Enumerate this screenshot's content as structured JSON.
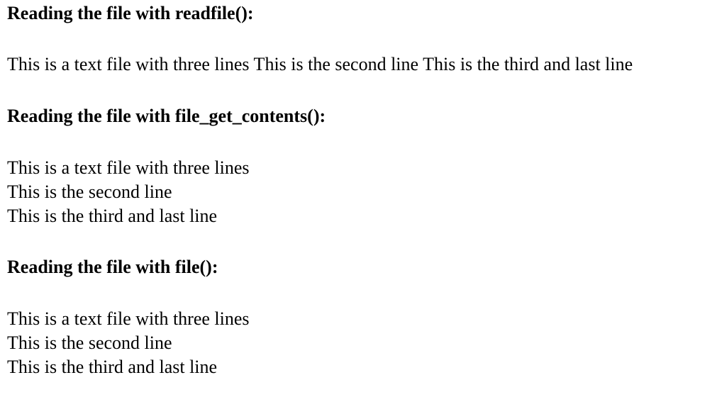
{
  "sections": [
    {
      "heading": "Reading the file with readfile():",
      "content_inline": "This is a text file with three lines This is the second line This is the third and last line"
    },
    {
      "heading": "Reading the file with file_get_contents():",
      "lines": [
        "This is a text file with three lines",
        "This is the second line",
        "This is the third and last line"
      ]
    },
    {
      "heading": "Reading the file with file():",
      "lines": [
        "This is a text file with three lines",
        "This is the second line",
        "This is the third and last line"
      ]
    }
  ]
}
